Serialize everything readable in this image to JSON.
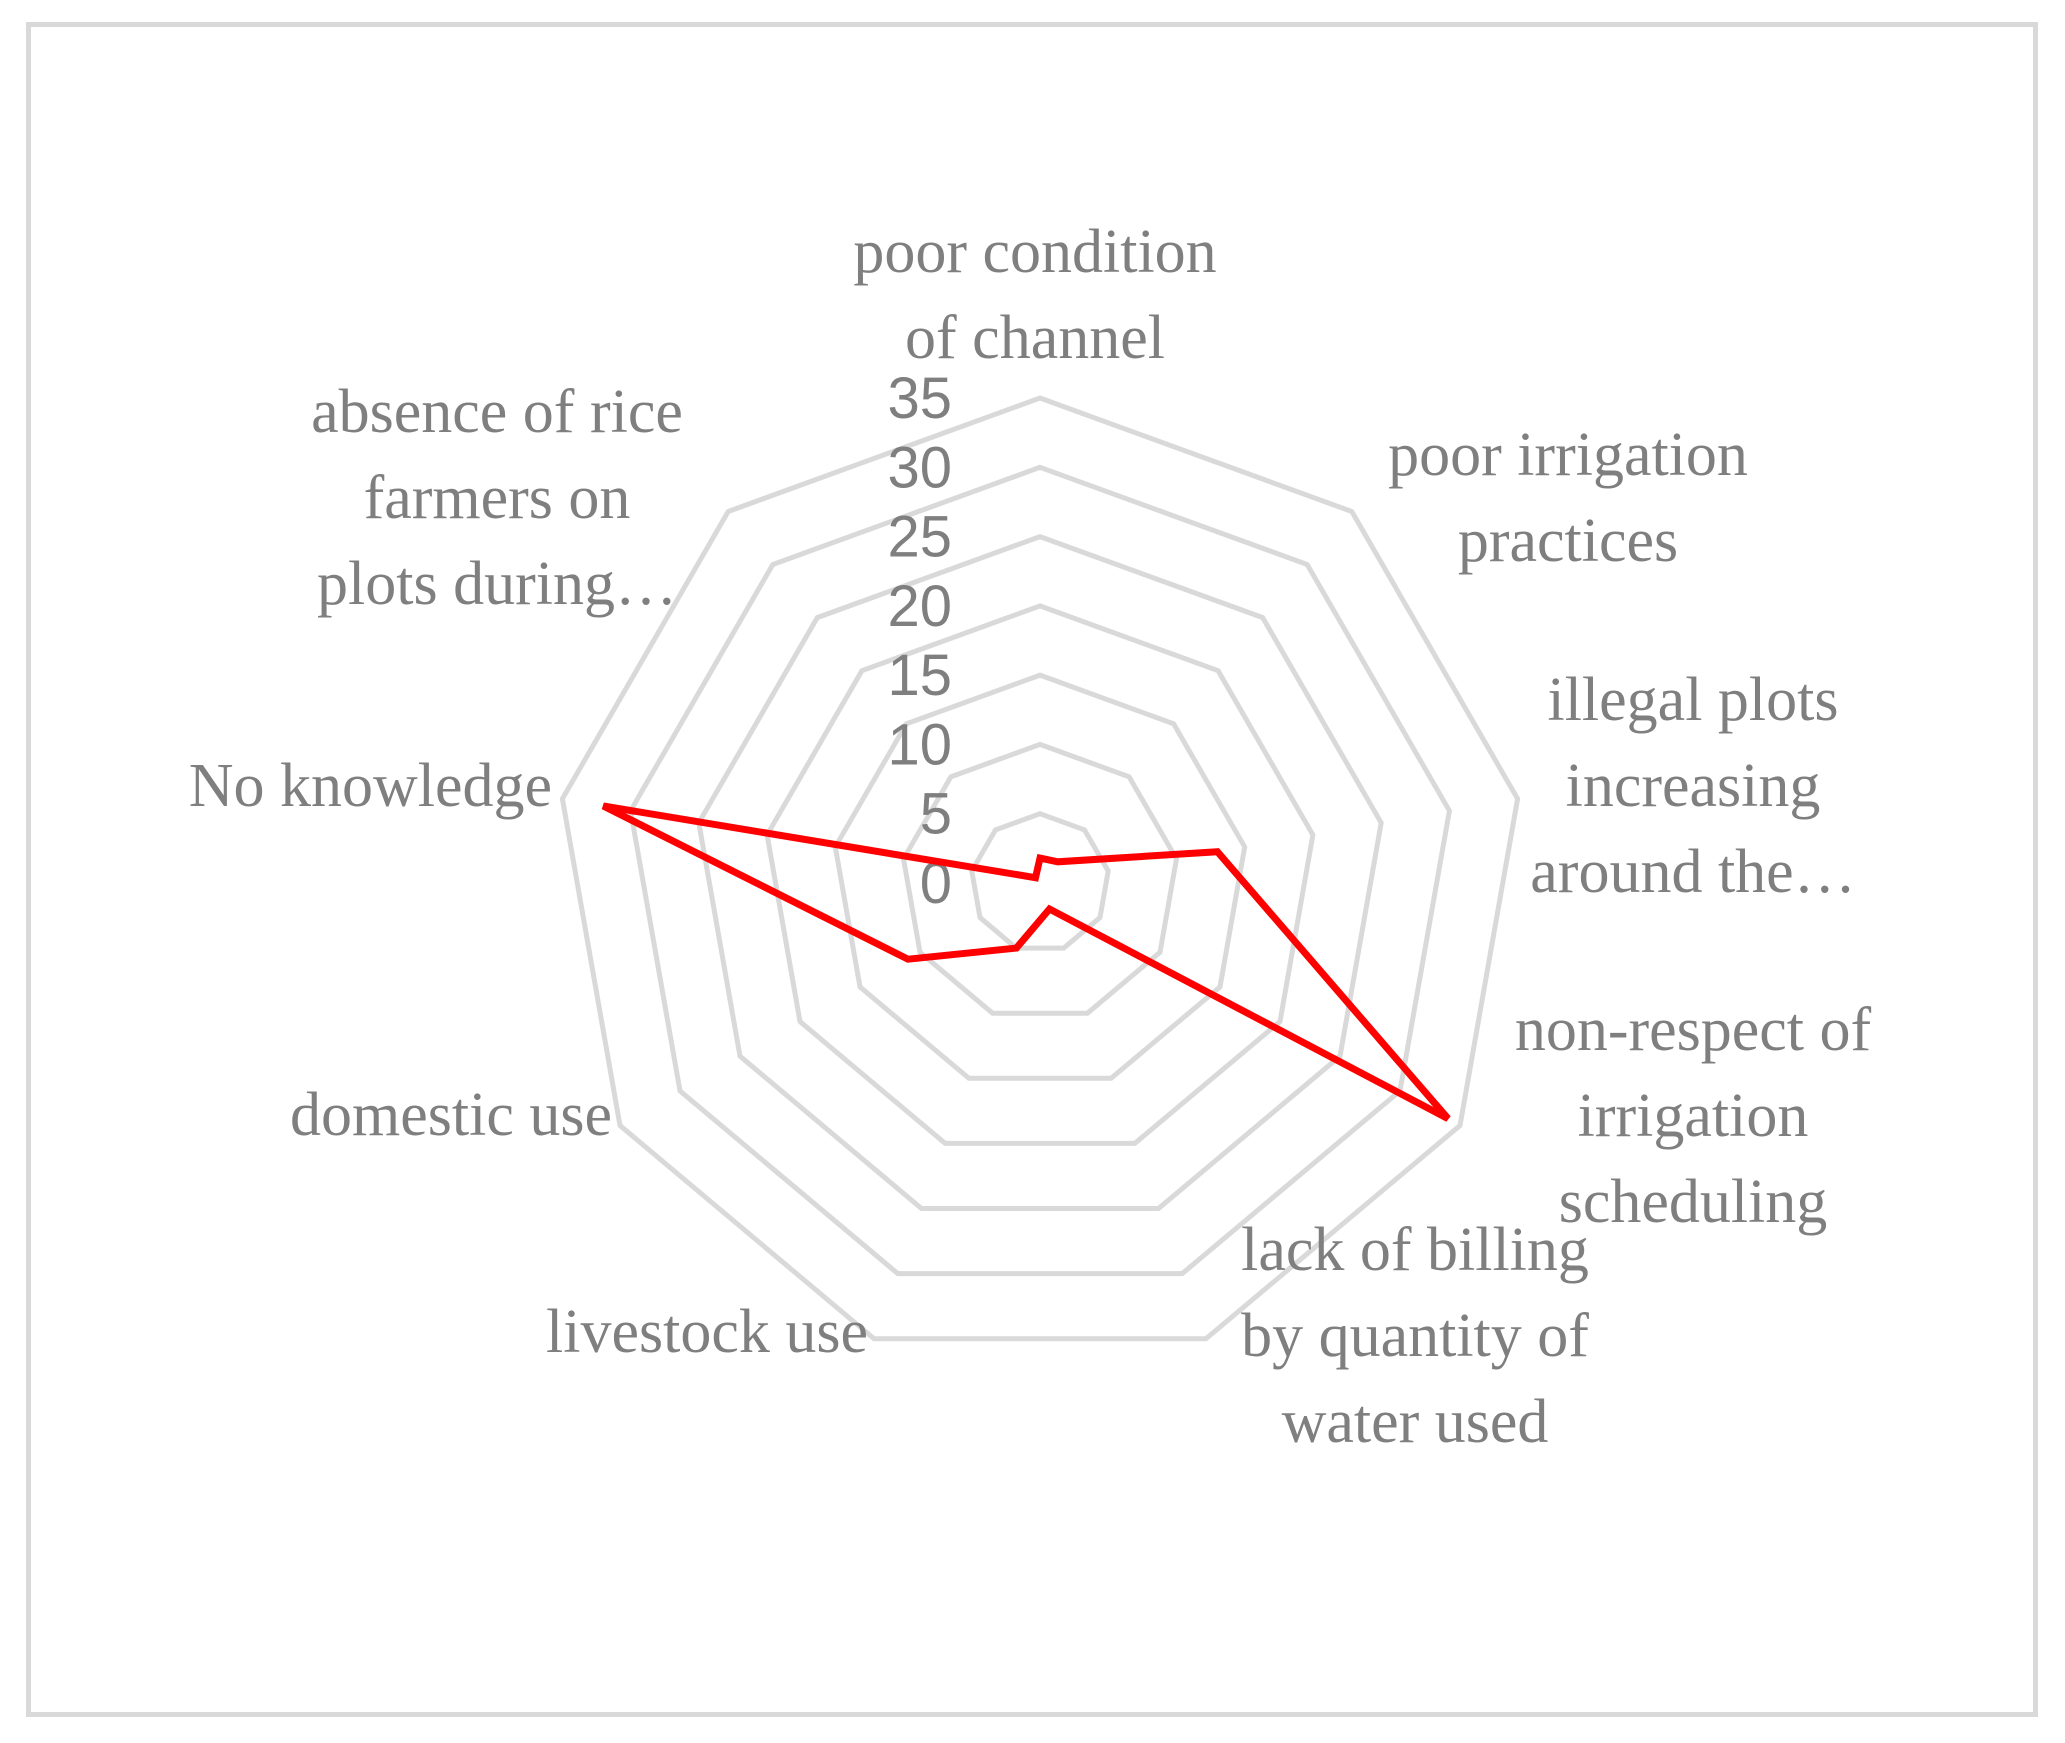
{
  "chart_data": {
    "type": "radar",
    "title": "",
    "categories": [
      [
        "poor condition",
        "of channel"
      ],
      [
        "poor irrigation",
        "practices"
      ],
      [
        "illegal plots",
        "increasing",
        "around the…"
      ],
      [
        "non-respect of",
        "irrigation",
        "scheduling"
      ],
      [
        "lack of billing",
        "by quantity of",
        "water used"
      ],
      [
        "livestock use"
      ],
      [
        "domestic use"
      ],
      [
        "No knowledge"
      ],
      [
        "absence of rice",
        "farmers on",
        "plots during…"
      ]
    ],
    "category_names": [
      "poor condition of channel",
      "poor irrigation practices",
      "illegal plots increasing around the…",
      "non-respect of irrigation scheduling",
      "lack of billing by quantity of water used",
      "livestock use",
      "domestic use",
      "No knowledge",
      "absence of rice farmers on plots during…"
    ],
    "series": [
      {
        "values": [
          1.8,
          2,
          13,
          34,
          2,
          5,
          11,
          32,
          0.5
        ]
      }
    ],
    "ticks": [
      "0",
      "5",
      "10",
      "15",
      "20",
      "25",
      "30",
      "35"
    ],
    "rmax": 35,
    "grid": true,
    "colors": {
      "series": "#ff0000",
      "grid": "#d9d9d9",
      "text": "#7f7f7f"
    }
  }
}
